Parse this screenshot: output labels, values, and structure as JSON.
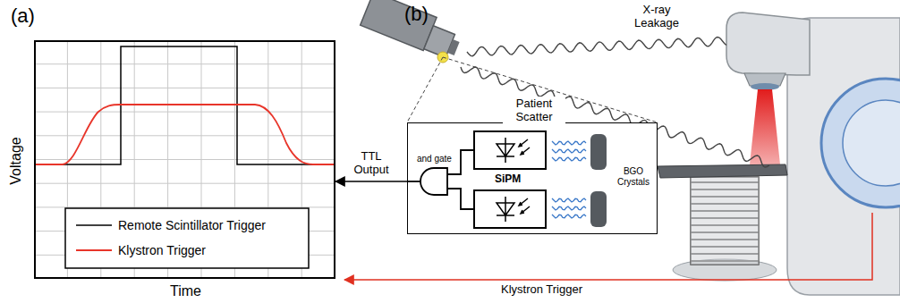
{
  "diagram": {
    "nodes": [
      {
        "text": [
          "(a)",
          "Voltage",
          "Time"
        ]
      },
      {
        "text": [
          "and gate",
          "SiPM",
          "BGO Crystals"
        ]
      }
    ],
    "edges": [
      {
        "from": 1,
        "to": 0,
        "arrow": "to",
        "label": "TTL Output"
      }
    ],
    "labels": [
      "(b)",
      "X-ray Leakage",
      "Patient Scatter",
      "Klystron Trigger"
    ],
    "legend": [
      {
        "text": "Remote Scintillator Trigger"
      },
      {
        "text": "Klystron Trigger"
      }
    ]
  }
}
